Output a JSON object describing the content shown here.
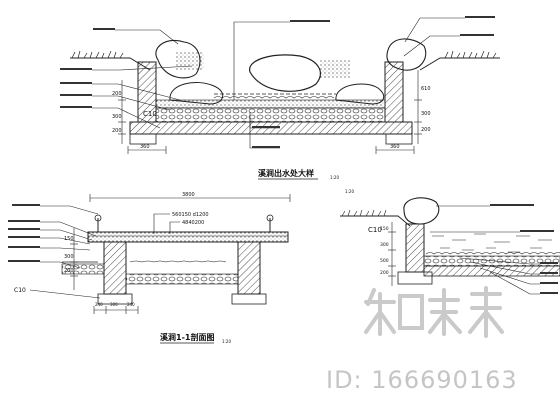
{
  "drawing": {
    "top_section": {
      "title": "溪涧出水处大样",
      "concrete": "C10",
      "dims_left": [
        "200",
        "300",
        "200"
      ],
      "dims_right": [
        "610",
        "300",
        "200"
      ],
      "bottom_left": "360",
      "bottom_right": "360"
    },
    "bottom_left_section": {
      "title": "溪涧1-1剖面图",
      "span": "3800",
      "plank_note_1": "560150 d1200",
      "plank_note_2": "4840200",
      "pier_concrete": "C10",
      "dims": [
        "150",
        "300",
        "200"
      ],
      "base_dims": [
        "240",
        "300",
        "240"
      ]
    },
    "bottom_right_section": {
      "concrete": "C10",
      "dims": [
        "150",
        "300",
        "500",
        "200"
      ]
    },
    "scale_mark": "1:20"
  },
  "watermark": {
    "id_text": "ID: 166690163"
  },
  "colors": {
    "line": "#1a1a1a",
    "watermark": "#9a9a9a"
  }
}
